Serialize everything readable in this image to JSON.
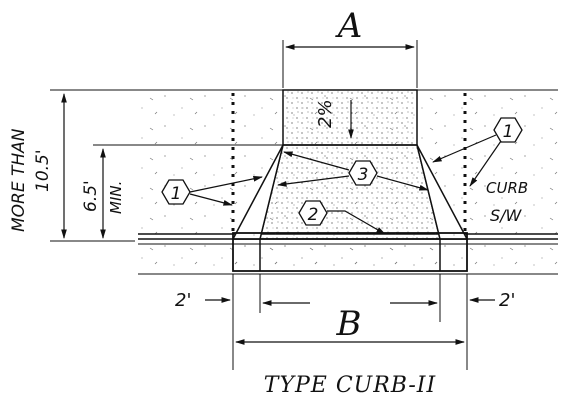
{
  "dims": {
    "width_label": "A",
    "bottom_label": "B",
    "slope_label": "2%",
    "height_max_label": "MORE THAN",
    "height_max_value": "10.5'",
    "height_min_value": "6.5'",
    "height_min_label": "MIN.",
    "left_offset": "2'",
    "right_offset": "2'"
  },
  "callouts": {
    "left_1": "1",
    "right_1": "1",
    "mid_3": "3",
    "mid_2": "2"
  },
  "labels": {
    "curb": "CURB",
    "sw": "S/W"
  },
  "caption": "TYPE CURB-II"
}
